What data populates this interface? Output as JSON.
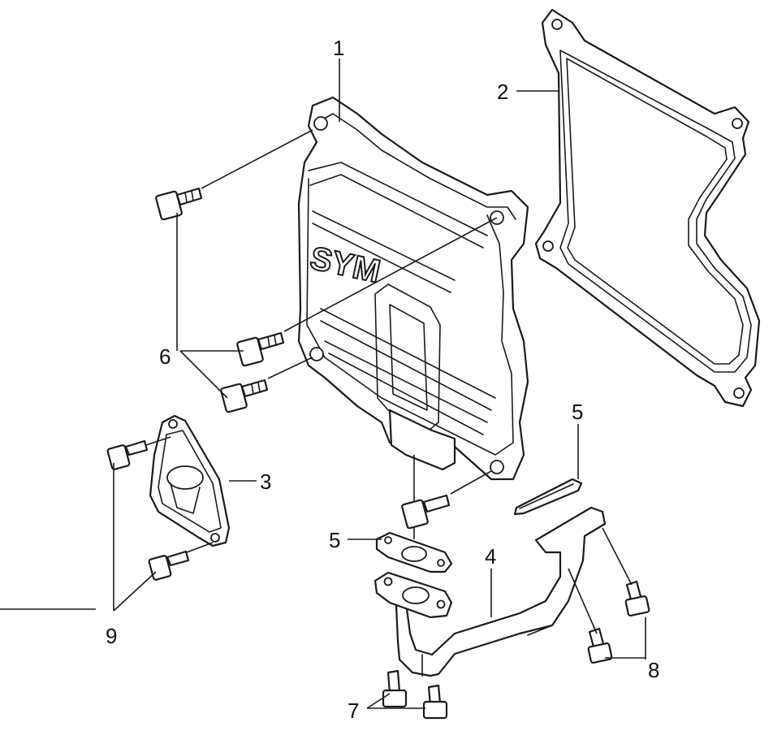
{
  "colors": {
    "line": "#1a1a1a",
    "background": "#ffffff"
  },
  "logo": "SYM",
  "callouts": [
    {
      "id": "1",
      "label": "1"
    },
    {
      "id": "2",
      "label": "2"
    },
    {
      "id": "3",
      "label": "3"
    },
    {
      "id": "4",
      "label": "4"
    },
    {
      "id": "5a",
      "label": "5"
    },
    {
      "id": "5b",
      "label": "5"
    },
    {
      "id": "6",
      "label": "6"
    },
    {
      "id": "7",
      "label": "7"
    },
    {
      "id": "8",
      "label": "8"
    },
    {
      "id": "9",
      "label": "9"
    }
  ]
}
